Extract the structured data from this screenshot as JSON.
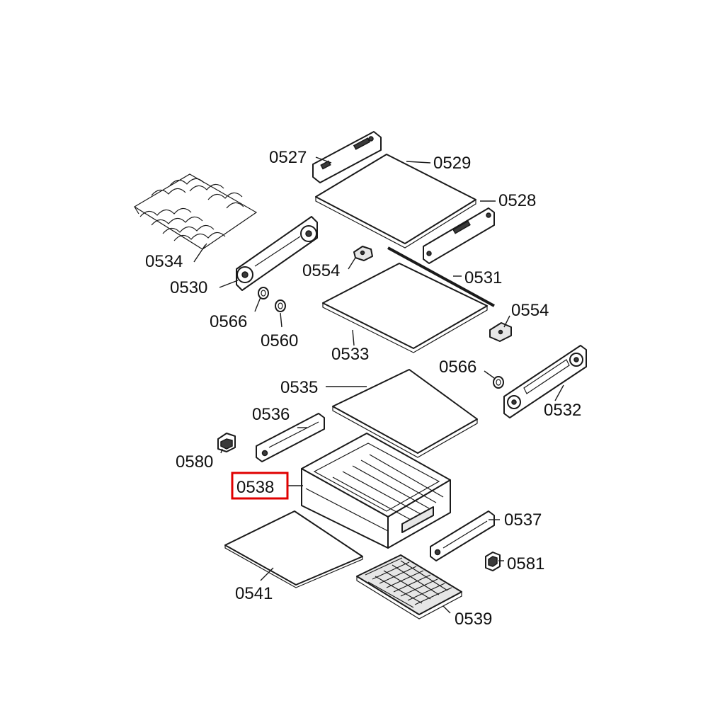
{
  "labels": {
    "p0527": "0527",
    "p0529": "0529",
    "p0528": "0528",
    "p0534": "0534",
    "p0530": "0530",
    "p0554a": "0554",
    "p0531": "0531",
    "p0554b": "0554",
    "p0566a": "0566",
    "p0560": "0560",
    "p0533": "0533",
    "p0566b": "0566",
    "p0535": "0535",
    "p0532": "0532",
    "p0536": "0536",
    "p0580": "0580",
    "p0538": "0538",
    "p0537": "0537",
    "p0581": "0581",
    "p0541": "0541",
    "p0539": "0539"
  },
  "highlight": {
    "part": "0538",
    "color": "#e00000"
  }
}
